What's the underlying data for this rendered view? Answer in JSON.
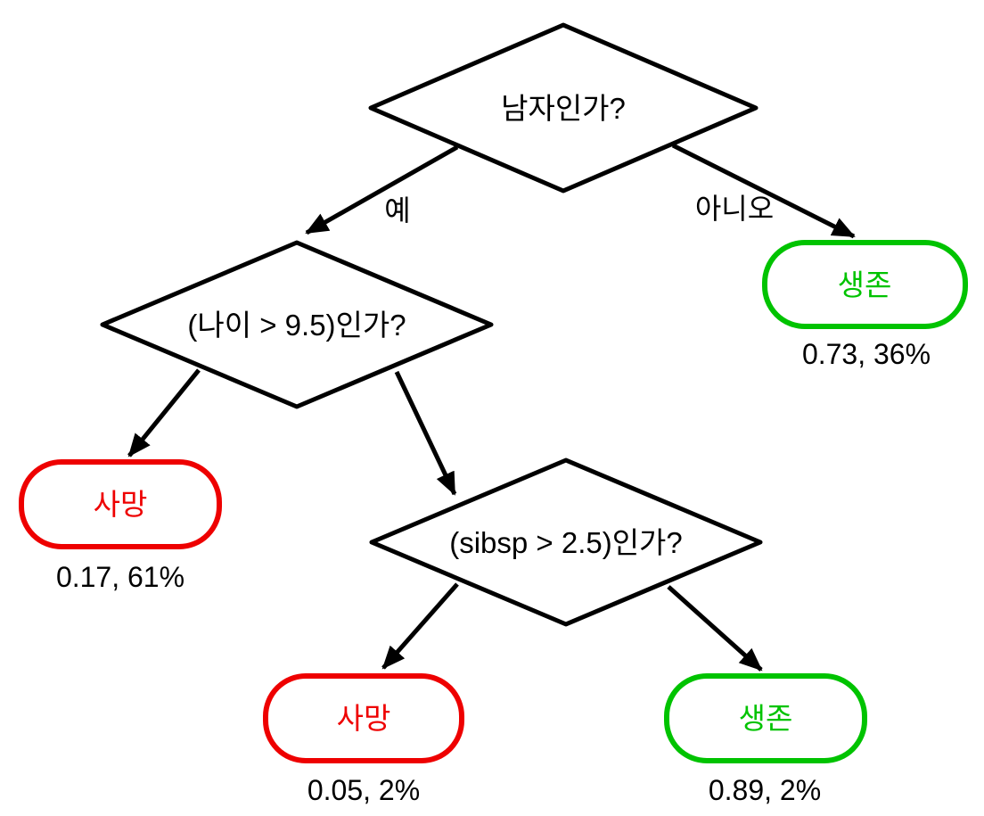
{
  "colors": {
    "survived": "#00c300",
    "died": "#ee0000"
  },
  "nodes": {
    "root": {
      "question": "남자인가?"
    },
    "age": {
      "question": "(나이 > 9.5)인가?"
    },
    "sibsp": {
      "question": "(sibsp > 2.5)인가?"
    },
    "leaf_survived_root": {
      "label": "생존",
      "stats": "0.73, 36%"
    },
    "leaf_died_age": {
      "label": "사망",
      "stats": "0.17, 61%"
    },
    "leaf_died_sibsp": {
      "label": "사망",
      "stats": "0.05, 2%"
    },
    "leaf_survived_sibsp": {
      "label": "생존",
      "stats": "0.89, 2%"
    }
  },
  "edges": {
    "yes_label": "예",
    "no_label": "아니오"
  }
}
